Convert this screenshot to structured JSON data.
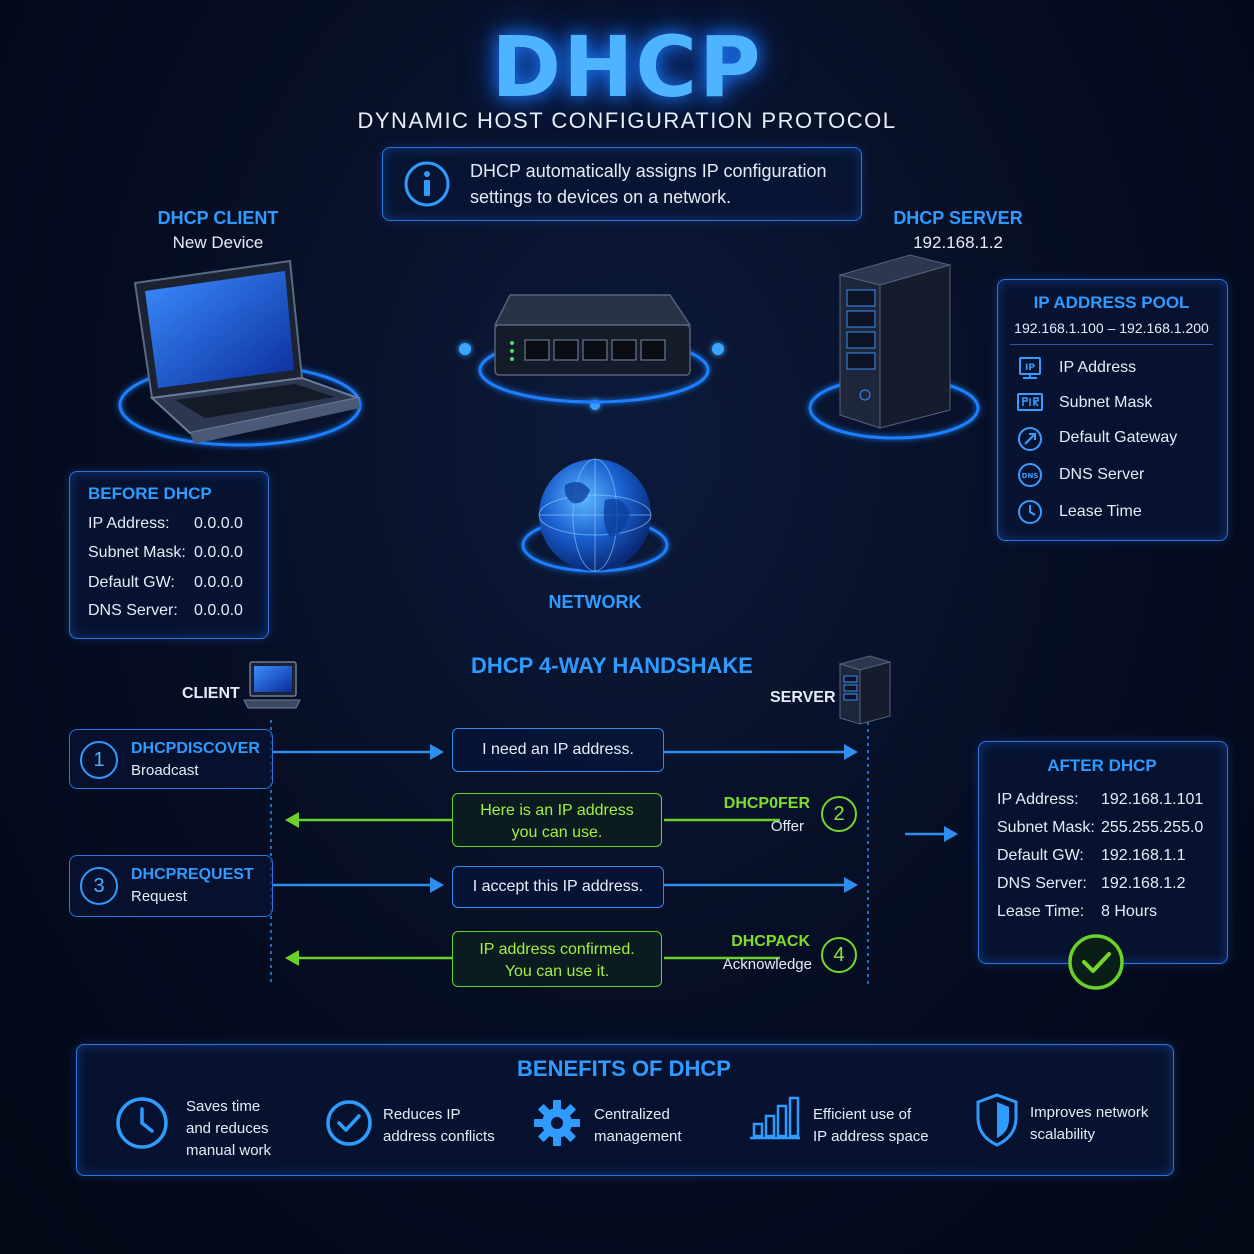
{
  "title": "DHCP",
  "subtitle": "DYNAMIC HOST CONFIGURATION PROTOCOL",
  "info": {
    "text": "DHCP automatically assigns IP configuration settings to devices on a network."
  },
  "client": {
    "heading": "DHCP CLIENT",
    "sub": "New Device"
  },
  "server": {
    "heading": "DHCP SERVER",
    "sub": "192.168.1.2"
  },
  "network": {
    "label": "NETWORK"
  },
  "before": {
    "heading": "BEFORE DHCP",
    "rows": [
      {
        "key": "IP Address:",
        "value": "0.0.0.0"
      },
      {
        "key": "Subnet Mask:",
        "value": "0.0.0.0"
      },
      {
        "key": "Default GW:",
        "value": "0.0.0.0"
      },
      {
        "key": "DNS Server:",
        "value": "0.0.0.0"
      }
    ]
  },
  "pool": {
    "heading": "IP ADDRESS POOL",
    "range": "192.168.1.100 – 192.168.1.200",
    "items": [
      {
        "icon": "ip-icon",
        "label": "IP Address"
      },
      {
        "icon": "subnet-mask-icon",
        "label": "Subnet Mask"
      },
      {
        "icon": "gateway-icon",
        "label": "Default Gateway"
      },
      {
        "icon": "dns-icon",
        "label": "DNS Server"
      },
      {
        "icon": "clock-icon",
        "label": "Lease Time"
      }
    ]
  },
  "handshake": {
    "heading": "DHCP 4-WAY HANDSHAKE",
    "client_label": "CLIENT",
    "server_label": "SERVER",
    "steps": [
      {
        "num": "1",
        "name": "DHCPDISCOVER",
        "sub": "Broadcast",
        "message": "I need an IP address."
      },
      {
        "num": "2",
        "name": "DHCP0FER",
        "sub": "Offer",
        "message_line1": "Here is an IP address",
        "message_line2": "you can use."
      },
      {
        "num": "3",
        "name": "DHCPREQUEST",
        "sub": "Request",
        "message": "I accept this IP address."
      },
      {
        "num": "4",
        "name": "DHCPACK",
        "sub": "Acknowledge",
        "message_line1": "IP address confirmed.",
        "message_line2": "You can use it."
      }
    ]
  },
  "after": {
    "heading": "AFTER DHCP",
    "rows": [
      {
        "key": "IP Address:",
        "value": "192.168.1.101"
      },
      {
        "key": "Subnet Mask:",
        "value": "255.255.255.0"
      },
      {
        "key": "Default GW:",
        "value": "192.168.1.1"
      },
      {
        "key": "DNS Server:",
        "value": "192.168.1.2"
      },
      {
        "key": "Lease Time:",
        "value": "8 Hours"
      }
    ]
  },
  "benefits": {
    "heading": "BENEFITS OF DHCP",
    "items": [
      {
        "icon": "clock-icon",
        "line1": "Saves time",
        "line2": "and reduces",
        "line3": "manual work"
      },
      {
        "icon": "check-circle-icon",
        "line1": "Reduces IP",
        "line2": "address conflicts"
      },
      {
        "icon": "gear-icon",
        "line1": "Centralized",
        "line2": "management"
      },
      {
        "icon": "bar-chart-icon",
        "line1": "Efficient use of",
        "line2": "IP address space"
      },
      {
        "icon": "shield-icon",
        "line1": "Improves network",
        "line2": "scalability"
      }
    ]
  },
  "colors": {
    "accent_blue": "#2f9bff",
    "accent_green": "#74d82b",
    "background": "#060d22"
  }
}
